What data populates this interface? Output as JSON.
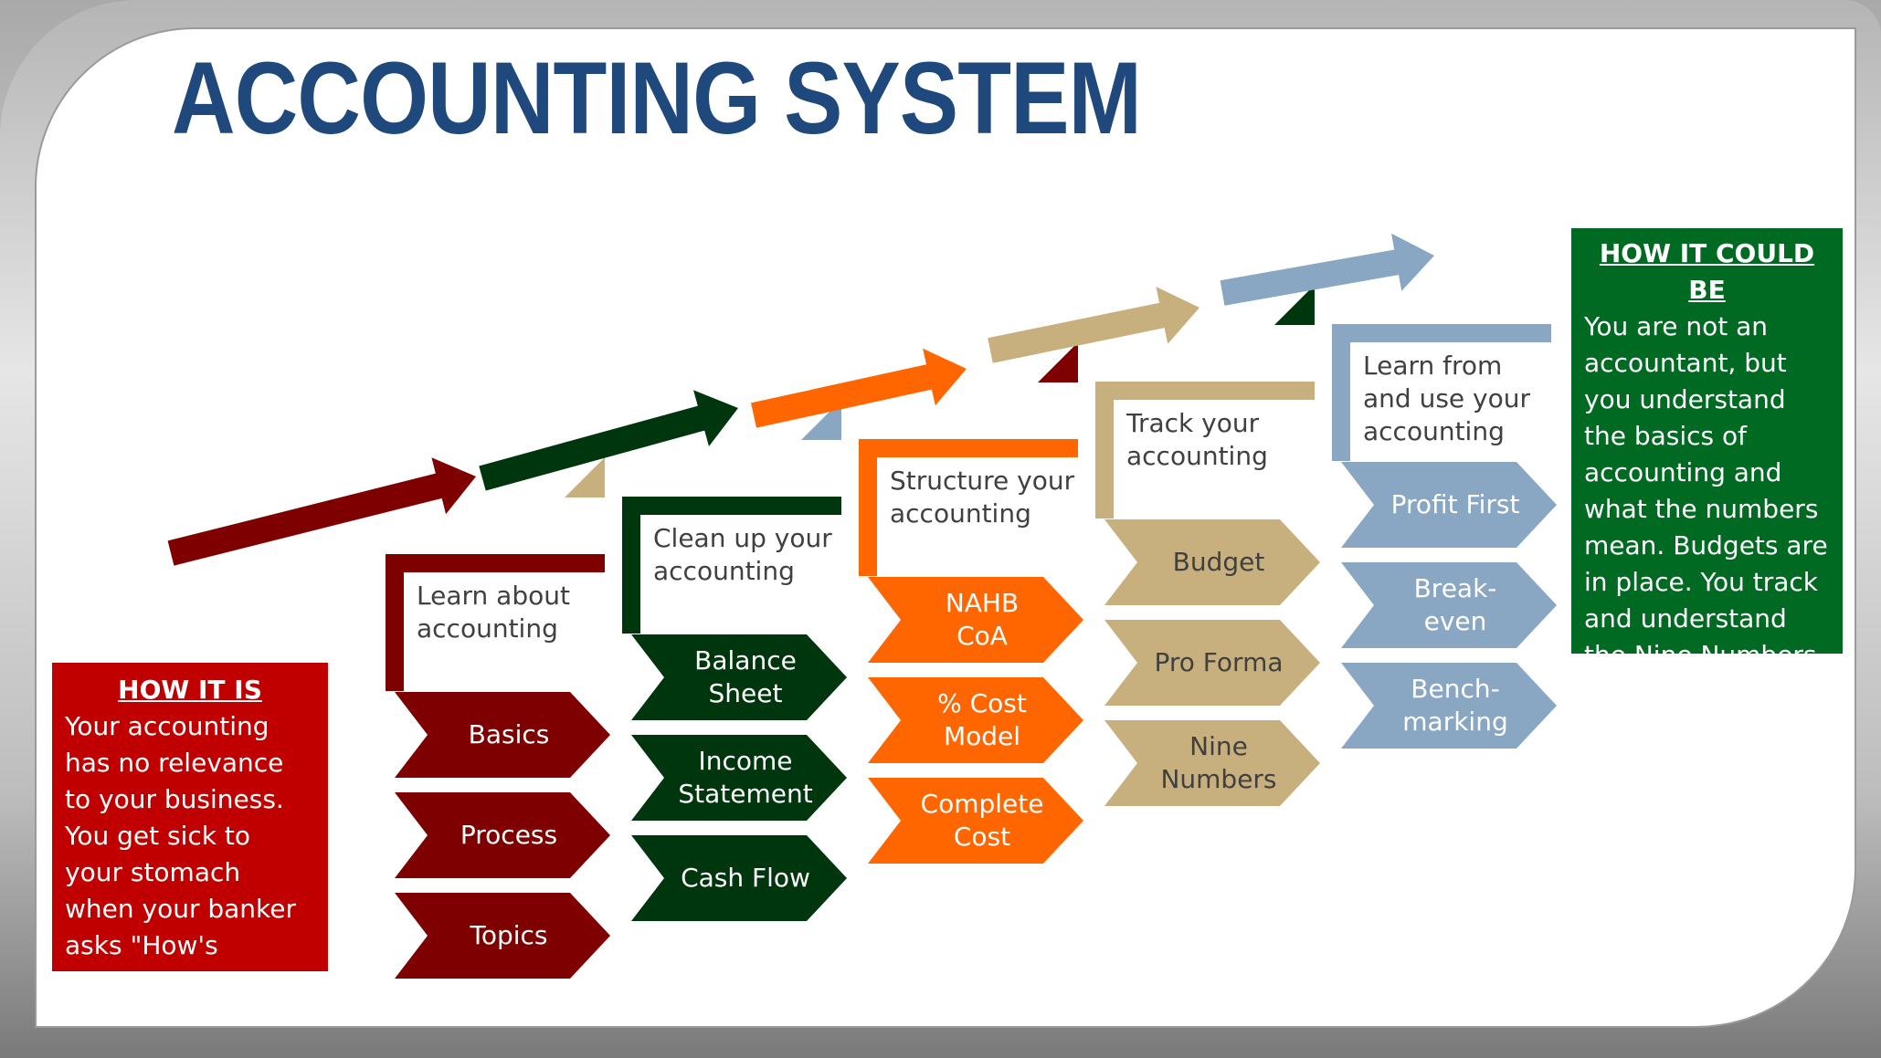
{
  "title": "ACCOUNTING SYSTEM",
  "colors": {
    "title": "#1f497d",
    "stage1": "#7f0000",
    "stage2": "#00360d",
    "stage3": "#ff6600",
    "stage4": "#c8b07e",
    "stage5": "#89a6c2",
    "how_it_is_bg": "#c00000",
    "how_it_could_be_bg": "#006a22"
  },
  "how_it_is": {
    "heading": "HOW IT IS",
    "body": "Your accounting has no relevance to your business. You get sick to your stomach when your banker asks \"How's business?\""
  },
  "how_it_could_be": {
    "heading": "HOW IT COULD BE",
    "body": "You are not an accountant, but you understand the basics of accounting and what the numbers mean.  Budgets are in place. You track and understand the Nine Numbers."
  },
  "stages": [
    {
      "label": "Learn about\naccounting",
      "color": "#7f0000",
      "text_color": "#ffffff",
      "items": [
        "Basics",
        "Process",
        "Topics"
      ]
    },
    {
      "label": "Clean up your\naccounting",
      "color": "#00360d",
      "text_color": "#ffffff",
      "items": [
        "Balance\nSheet",
        "Income\nStatement",
        "Cash Flow"
      ]
    },
    {
      "label": "Structure your\naccounting",
      "color": "#ff6600",
      "text_color": "#ffffff",
      "items": [
        "NAHB\nCoA",
        "% Cost\nModel",
        "Complete\nCost"
      ]
    },
    {
      "label": "Track your\naccounting",
      "color": "#c8b07e",
      "text_color": "#404040",
      "items": [
        "Budget",
        "Pro Forma",
        "Nine\nNumbers"
      ]
    },
    {
      "label": "Learn from\nand use your\naccounting",
      "color": "#89a6c2",
      "text_color": "#ffffff",
      "items": [
        "Profit First",
        "Break-\neven",
        "Bench-\nmarking"
      ]
    }
  ]
}
